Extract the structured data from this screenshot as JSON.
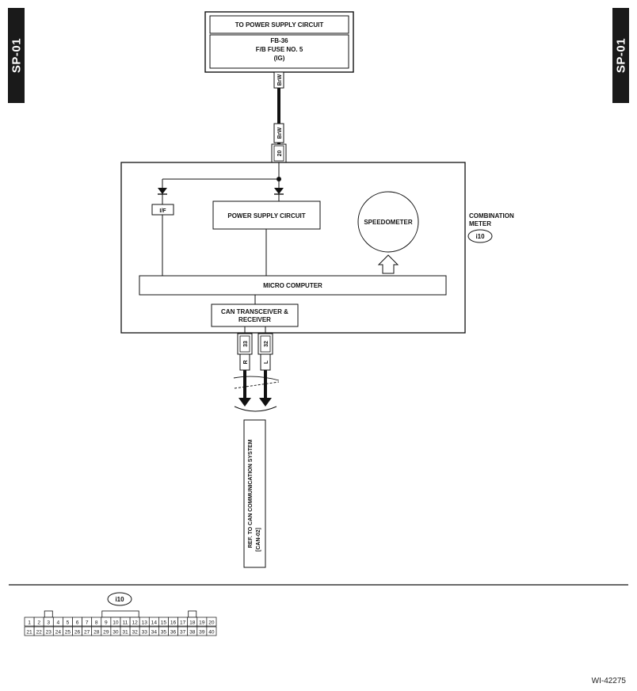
{
  "page_tab": "SP-01",
  "power_box": {
    "header": "TO POWER SUPPLY CIRCUIT",
    "line1": "FB-36",
    "line2": "F/B FUSE NO. 5",
    "line3": "(IG)"
  },
  "wires": {
    "top_color": "BrW",
    "mid_color": "BrW",
    "left_bottom_color": "R",
    "right_bottom_color": "L"
  },
  "pins": {
    "power": "20",
    "can_high": "33",
    "can_low": "32"
  },
  "meter": {
    "name_line1": "COMBINATION",
    "name_line2": "METER",
    "connector": "i10",
    "if_label": "I/F",
    "psu_label": "POWER SUPPLY CIRCUIT",
    "speedometer": "SPEEDOMETER",
    "micro": "MICRO COMPUTER",
    "can_line1": "CAN TRANSCEIVER &",
    "can_line2": "RECEIVER"
  },
  "ref_box": {
    "line1": "REF. TO CAN COMMUNICATION SYSTEM",
    "line2": "[CAN-02]"
  },
  "connector_view": {
    "label": "i10",
    "row1": [
      "1",
      "2",
      "3",
      "4",
      "5",
      "6",
      "7",
      "8",
      "9",
      "10",
      "11",
      "12",
      "13",
      "14",
      "15",
      "16",
      "17",
      "18",
      "19",
      "20"
    ],
    "row2": [
      "21",
      "22",
      "23",
      "24",
      "25",
      "26",
      "27",
      "28",
      "29",
      "30",
      "31",
      "32",
      "33",
      "34",
      "35",
      "36",
      "37",
      "38",
      "39",
      "40"
    ]
  },
  "figure_id": "WI-42275"
}
